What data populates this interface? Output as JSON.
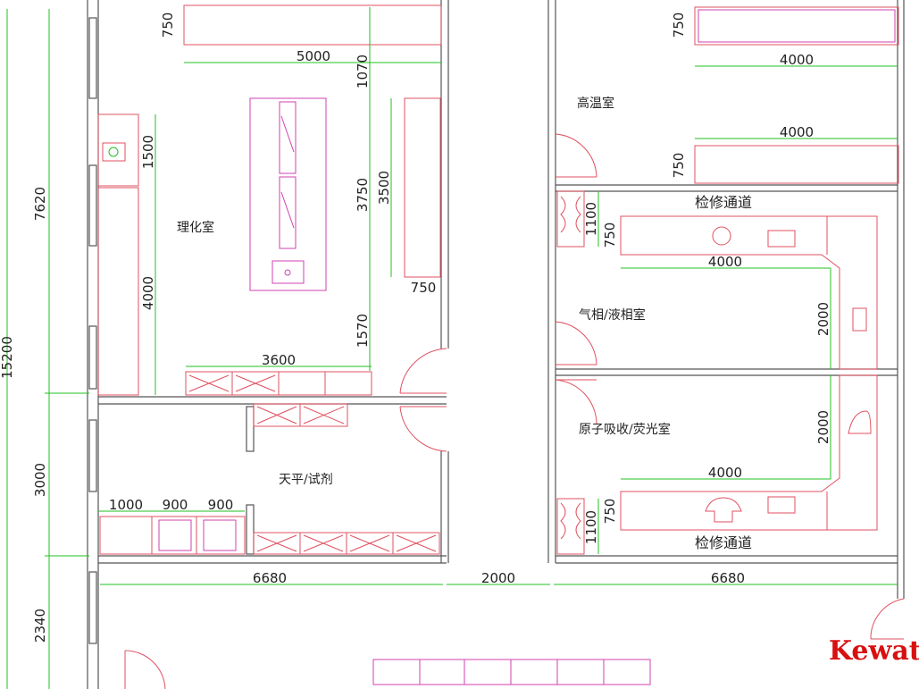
{
  "rooms": {
    "lab": "理化室",
    "balance": "天平/试剂",
    "hightemp": "高温室",
    "gas_liquid": "气相/液相室",
    "atomic": "原子吸收/荧光室",
    "corridor_top": "检修通道",
    "corridor_bottom": "检修通道"
  },
  "dims": {
    "left_total": "15200",
    "left_7620": "7620",
    "left_3000": "3000",
    "left_2340": "2340",
    "top_750": "750",
    "top_5000": "5000",
    "v_1070": "1070",
    "v_3750": "3750",
    "v_1570": "1570",
    "v_3500": "3500",
    "bench_750": "750",
    "h_3600": "3600",
    "sink_1500": "1500",
    "wall_4000": "4000",
    "b_1000": "1000",
    "b_900a": "900",
    "b_900b": "900",
    "bot_6680a": "6680",
    "bot_2000": "2000",
    "bot_6680b": "6680",
    "ht_750a": "750",
    "ht_4000a": "4000",
    "ht_4000b": "4000",
    "ht_750b": "750",
    "gl_1100": "1100",
    "gl_750": "750",
    "gl_4000": "4000",
    "gl_2000": "2000",
    "aa_2000": "2000",
    "aa_4000": "4000",
    "aa_750": "750",
    "aa_1100": "1100"
  },
  "logo": "Kewatt",
  "colors": {
    "dimension": "#20c020",
    "furniture": "#e05060",
    "fumehood": "#d040b0",
    "wall": "#555555"
  }
}
